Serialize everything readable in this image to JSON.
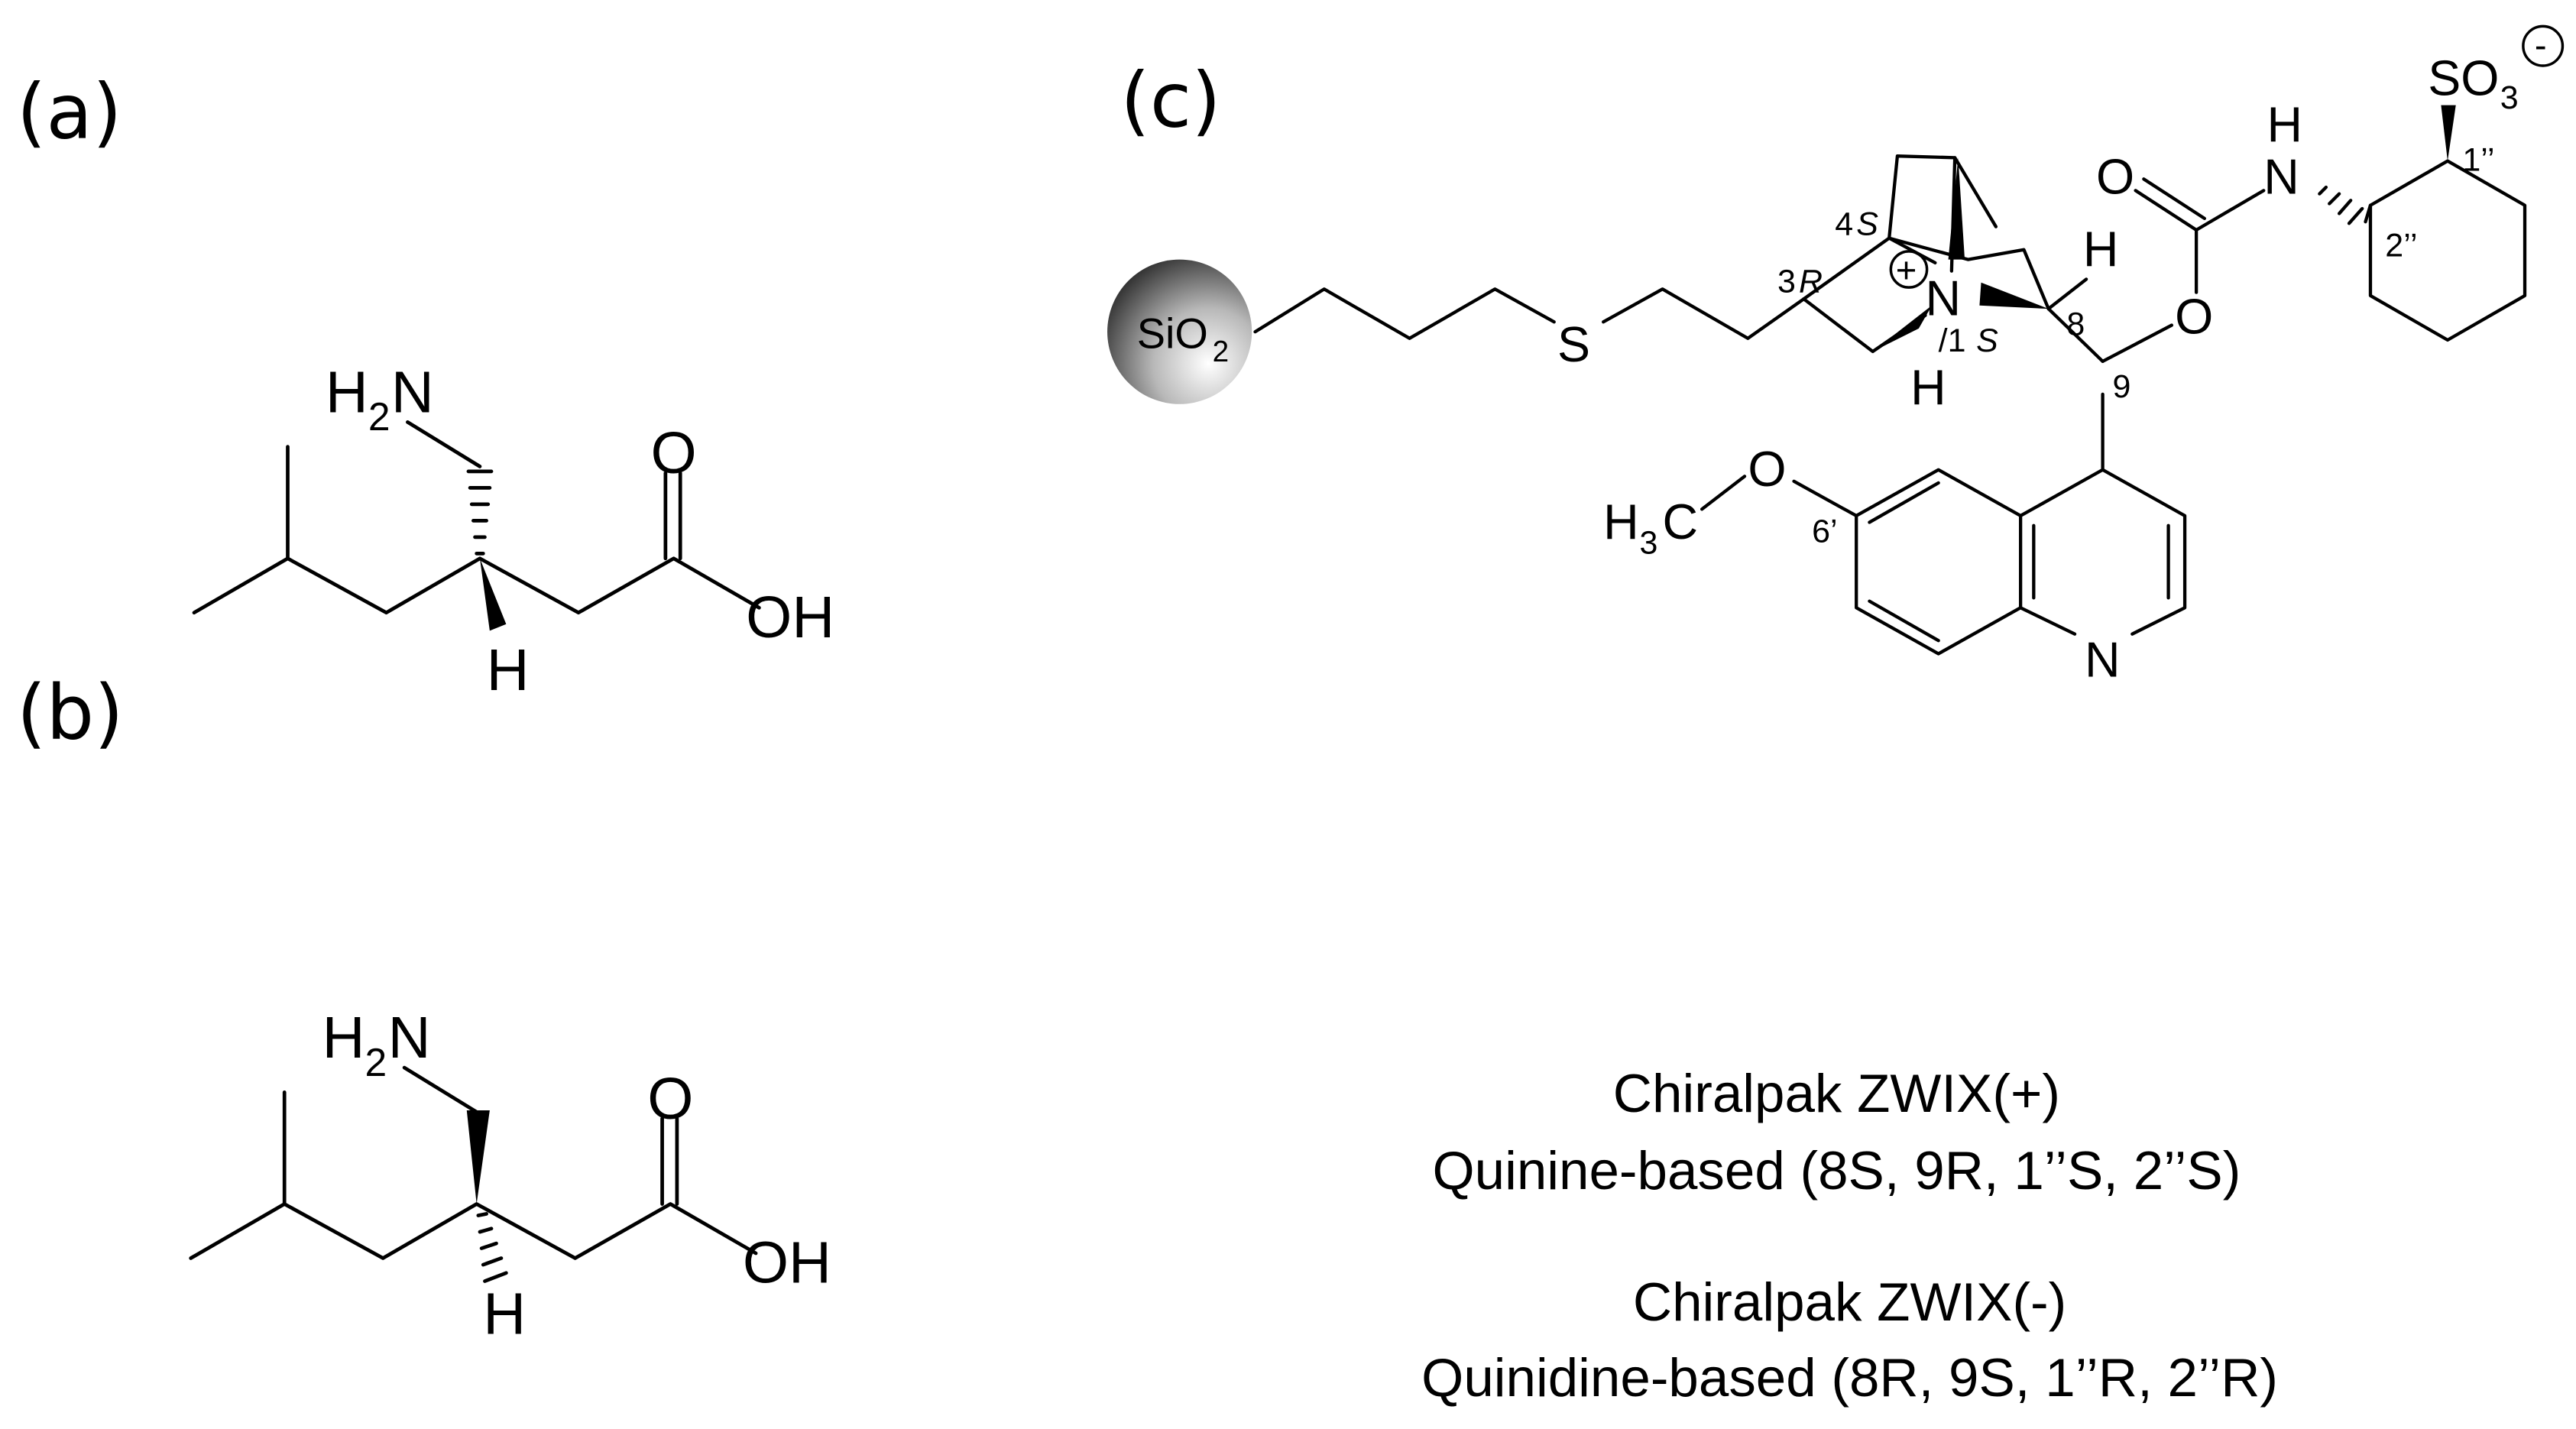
{
  "panels": {
    "a": "(a)",
    "b": "(b)",
    "c": "(c)"
  },
  "atoms": {
    "h": "H",
    "n": "N",
    "sub2": "2",
    "o": "O",
    "oh": "OH",
    "s": "S",
    "si": "SiO",
    "c": "C",
    "sub3": "3",
    "so": "SO",
    "plus": "+",
    "minus": "-"
  },
  "locants": {
    "l4s_n": "4",
    "l4s_s": "S",
    "l3r_n": "3",
    "l3r_r": "R",
    "l1s_n": "/1",
    "l1s_s": "S",
    "l8": "8",
    "l9": "9",
    "l6p": "6’",
    "l1pp": "1’’",
    "l2pp": "2’’"
  },
  "caption": {
    "zwix_plus_title": "Chiralpak ZWIX(+)",
    "zwix_plus_detail": "Quinine-based (8S, 9R, 1’’S, 2’’S)",
    "zwix_minus_title": "Chiralpak ZWIX(-)",
    "zwix_minus_detail": "Quinidine-based (8R, 9S, 1’’R, 2’’R)"
  }
}
